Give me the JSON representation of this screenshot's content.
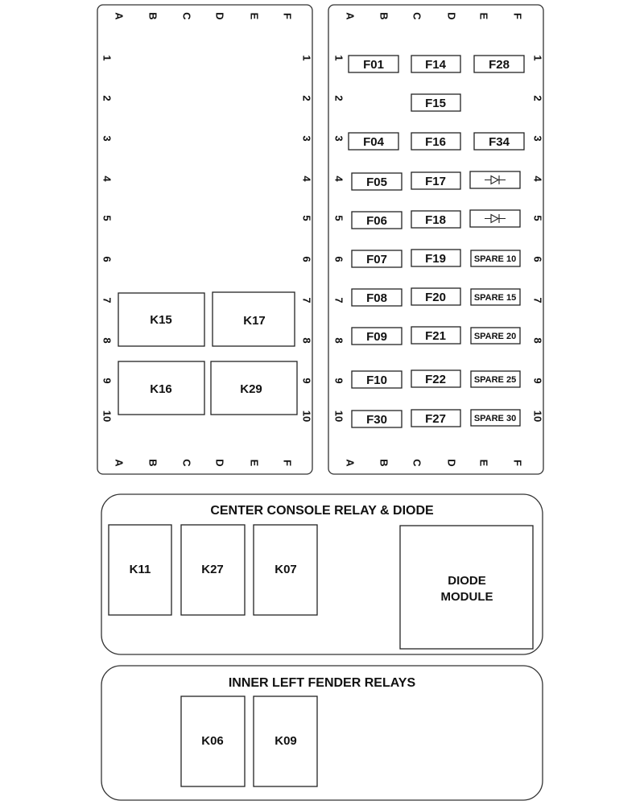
{
  "grid": {
    "cols": [
      "A",
      "B",
      "C",
      "D",
      "E",
      "F"
    ],
    "rows": [
      "1",
      "2",
      "3",
      "4",
      "5",
      "6",
      "7",
      "8",
      "9",
      "10"
    ]
  },
  "left_panel": {
    "relays": [
      {
        "id": "k15",
        "label": "K15"
      },
      {
        "id": "k17",
        "label": "K17"
      },
      {
        "id": "k16",
        "label": "K16"
      },
      {
        "id": "k29",
        "label": "K29"
      }
    ]
  },
  "right_panel": {
    "fuses": [
      {
        "id": "f01",
        "label": "F01"
      },
      {
        "id": "f14",
        "label": "F14"
      },
      {
        "id": "f28",
        "label": "F28"
      },
      {
        "id": "f15",
        "label": "F15"
      },
      {
        "id": "f04",
        "label": "F04"
      },
      {
        "id": "f16",
        "label": "F16"
      },
      {
        "id": "f34",
        "label": "F34"
      },
      {
        "id": "f05",
        "label": "F05"
      },
      {
        "id": "f17",
        "label": "F17"
      },
      {
        "id": "f06",
        "label": "F06"
      },
      {
        "id": "f18",
        "label": "F18"
      },
      {
        "id": "f07",
        "label": "F07"
      },
      {
        "id": "f19",
        "label": "F19"
      },
      {
        "id": "spare10",
        "label": "SPARE 10"
      },
      {
        "id": "f08",
        "label": "F08"
      },
      {
        "id": "f20",
        "label": "F20"
      },
      {
        "id": "spare15",
        "label": "SPARE 15"
      },
      {
        "id": "f09",
        "label": "F09"
      },
      {
        "id": "f21",
        "label": "F21"
      },
      {
        "id": "spare20",
        "label": "SPARE 20"
      },
      {
        "id": "f10",
        "label": "F10"
      },
      {
        "id": "f22",
        "label": "F22"
      },
      {
        "id": "spare25",
        "label": "SPARE 25"
      },
      {
        "id": "f30",
        "label": "F30"
      },
      {
        "id": "f27",
        "label": "F27"
      },
      {
        "id": "spare30",
        "label": "SPARE 30"
      }
    ],
    "diodes": [
      {
        "id": "diode-row4",
        "icon": "diode-icon"
      },
      {
        "id": "diode-row5",
        "icon": "diode-icon"
      }
    ]
  },
  "center_console": {
    "title": "CENTER CONSOLE RELAY & DIODE",
    "relays": [
      {
        "id": "k11",
        "label": "K11"
      },
      {
        "id": "k27",
        "label": "K27"
      },
      {
        "id": "k07",
        "label": "K07"
      }
    ],
    "diode_module": {
      "line1": "DIODE",
      "line2": "MODULE"
    }
  },
  "inner_left_fender": {
    "title": "INNER LEFT FENDER RELAYS",
    "relays": [
      {
        "id": "k06",
        "label": "K06"
      },
      {
        "id": "k09",
        "label": "K09"
      }
    ]
  }
}
